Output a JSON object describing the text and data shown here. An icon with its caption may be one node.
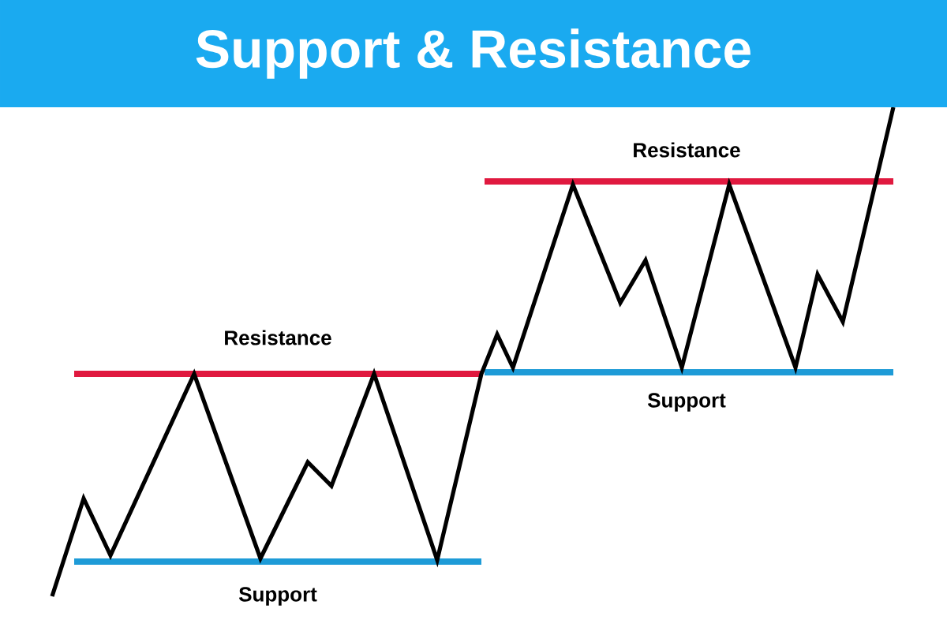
{
  "diagram": {
    "title": "Support & Resistance",
    "labels": [
      "Resistance",
      "Support",
      "Resistance",
      "Support"
    ]
  }
}
